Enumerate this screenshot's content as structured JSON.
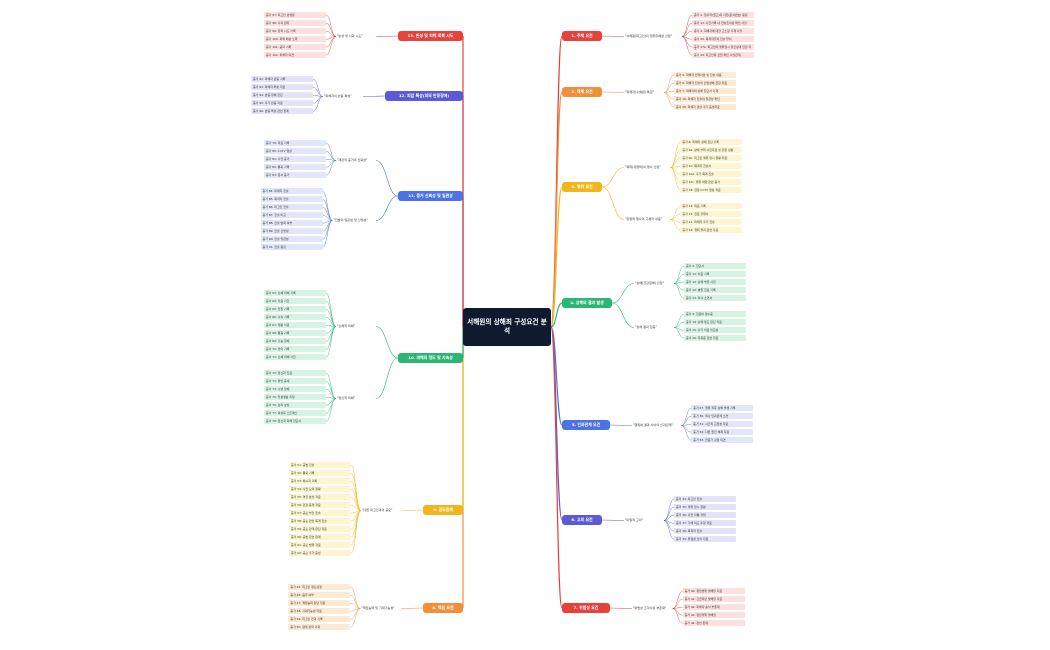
{
  "root": "서해원의 상해죄 구성요건 분석",
  "branches": [
    {
      "id": "b1",
      "side": "right",
      "label": "1. 주체 요건",
      "color": "#e5423c",
      "bg": "#fde1de",
      "subs": [
        {
          "label": "\"서해원(피고인)의 행위주체성 인정\"",
          "leaves": [
            "증거 1: 당사자(원고)의 사진(문서번호) 등장",
            "증거 13: 사건기록 내 진술조서상 확인 사실",
            "증거 4: 피해자에 대한 고소장 기재 사실",
            "증거 20: 목격자들의 진술 일치",
            "증거 17a: 피고인의 행위당시 정신상태 인정 자료",
            "증거 29: 피고인의 신원 확인 사실관계"
          ]
        }
      ]
    },
    {
      "id": "b2",
      "side": "right",
      "label": "2. 객체 요건",
      "color": "#f18f3b",
      "bg": "#fde9d4",
      "subs": [
        {
          "label": "\"피해자(수술원) 특정\"",
          "leaves": [
            "증거 5: 피해자 인적사항 및 진술 내용",
            "증거 6: 피해자 진술의 신빙성에 관한 자료",
            "증거 7: 피해자의 상해 진단서 기재",
            "증거 16: 피해자 진술의 일관성 확인",
            "증거 28: 피해자 관련 추가 증빙자료"
          ]
        }
      ]
    },
    {
      "id": "b3",
      "side": "right",
      "label": "3. 행위 요건",
      "color": "#efb71b",
      "bg": "#fdf5d0",
      "subs": [
        {
          "label": "\"폭력(유형력)의 행사 인정\"",
          "leaves": [
            "증거 8: 피해자 상해 진단 기록",
            "증거 9a: 상해 부위 사진자료 및 현장 상황",
            "증거 9b: 피고인 행위 당시 정황 자료",
            "증거 10: 목격자 진술서",
            "증거 10a: 추가 목격 진술",
            "증거 10c: 행위 태양 관련 증거",
            "증거 18: 현장 CCTV 영상 자료"
          ]
        },
        {
          "label": "\"유형력 행사의 구체적 내용\"",
          "leaves": [
            "증거 14: 의료 기록",
            "증거 15: 진료 경위서",
            "증거 21: 피해자 추가 진술",
            "증거 24: 행위 결과 관련 자료"
          ]
        }
      ]
    },
    {
      "id": "b4",
      "side": "right",
      "label": "4. 상해의 결과 발생",
      "color": "#2bb673",
      "bg": "#d6f3e4",
      "subs": [
        {
          "label": "\"상해(건강침해) 인정\"",
          "leaves": [
            "증거 2: 진단서",
            "증거 11: 치료 기록",
            "증거 12: 상해 부위 사진",
            "증거 22: 병원 진료 기록",
            "증거 23: 의사 소견서"
          ]
        },
        {
          "label": "\"상해 결과 입증\"",
          "leaves": [
            "증거 3: 진료비 영수증",
            "증거 19: 상해 정도 판단 자료",
            "증거 25: 추가 치료 필요성",
            "증거 26: 후유증 관련 자료"
          ]
        }
      ]
    },
    {
      "id": "b5",
      "side": "right",
      "label": "5. 인과관계 요건",
      "color": "#4b73e6",
      "bg": "#e0e7fb",
      "subs": [
        {
          "label": "\"행위와 결과 사이의 인과관계\"",
          "leaves": [
            "증거 27: 행위 직후 상해 발생 기록",
            "증거 30: 의사 인과관계 소견",
            "증거 31: 시간적 근접성 자료",
            "증거 32: 다른 원인 배제 자료",
            "증거 33: 전문가 감정 의견"
          ]
        }
      ]
    },
    {
      "id": "b6",
      "side": "right",
      "label": "6. 고의 요건",
      "color": "#5b5bd6",
      "bg": "#e4e3fa",
      "subs": [
        {
          "label": "\"미필적 고의\"",
          "leaves": [
            "증거 34: 피고인 진술",
            "증거 35: 행위 당시 정황",
            "증거 36: 사전 다툼 경위",
            "증거 37: 가해 의도 추정 자료",
            "증거 38: 목격자 진술",
            "증거 39: 위험성 인식 자료"
          ]
        }
      ]
    },
    {
      "id": "b7",
      "side": "right",
      "label": "7. 위법성 요건",
      "color": "#e5423c",
      "bg": "#fde1de",
      "subs": [
        {
          "label": "\"위법성 조각사유 부존재\"",
          "leaves": [
            "증거 40: 정당방위 불해당 자료",
            "증거 41: 긴급피난 불해당 자료",
            "증거 42: 피해자 승낙 부존재",
            "증거 43: 정당행위 불해당",
            "증거 44: 관련 판례"
          ]
        }
      ]
    },
    {
      "id": "b8",
      "side": "left",
      "label": "8. 책임 요건",
      "color": "#f18f3b",
      "bg": "#fde9d4",
      "subs": [
        {
          "label": "\"책임능력 및 기대가능성\"",
          "leaves": [
            "증거 45: 피고인 정신감정",
            "증거 46: 음주 여부",
            "증거 47: 책임능력 판단 자료",
            "증거 48: 기대가능성 자료",
            "증거 49: 피고인 전과 기록",
            "증거 50: 양형 참작 사유"
          ]
        }
      ]
    },
    {
      "id": "b9",
      "side": "left",
      "label": "9. 공모관계",
      "color": "#efb71b",
      "bg": "#fdf5d0",
      "subs": [
        {
          "label": "\"다른 피고인과의 공모\"",
          "leaves": [
            "증거 51: 공범 진술",
            "증거 52: 통화 기록",
            "증거 53: 메시지 기록",
            "증거 54: 사전 모의 정황",
            "증거 55: 역할 분담 자료",
            "증거 56: 현장 동행 자료",
            "증거 57: 공모 부인 진술",
            "증거 58: 공모 관련 목격 진술",
            "증거 59: 공모 관계 판단 자료",
            "증거 60: 공범 관련 판례",
            "증거 61: 공모 범위 자료",
            "증거 62: 공모 추가 증빙"
          ]
        }
      ]
    },
    {
      "id": "b10",
      "side": "left",
      "label": "10. 피해의 정도 및 지속성",
      "color": "#2bb673",
      "bg": "#d6f3e4",
      "subs": [
        {
          "label": "\"신체적 피해\"",
          "leaves": [
            "증거 63: 신체 피해 기록",
            "증거 64: 치료 기간",
            "증거 65: 입원 기록",
            "증거 66: 수술 기록",
            "증거 67: 재활 치료",
            "증거 68: 통증 기록",
            "증거 69: 기능 장애",
            "증거 70: 흉터 기록",
            "증거 71: 신체 피해 사진"
          ]
        },
        {
          "label": "\"정신적 피해\"",
          "leaves": [
            "증거 72: 정신과 진료",
            "증거 73: 불안 증세",
            "증거 74: 수면 장애",
            "증거 75: 일상생활 지장",
            "증거 76: 심리 상담",
            "증거 77: 외상후 스트레스",
            "증거 78: 정신적 피해 진단서"
          ]
        }
      ]
    },
    {
      "id": "b11",
      "side": "left",
      "label": "11. 증거 신뢰성 및 일관성",
      "color": "#4b73e6",
      "bg": "#e0e7fb",
      "subs": [
        {
          "label": "\"객관적 증거의 신뢰성\"",
          "leaves": [
            "증거 79: 의료 기록",
            "증거 80: CCTV 영상",
            "증거 81: 사진 증거",
            "증거 82: 통화 기록",
            "증거 83: 문서 증거"
          ]
        },
        {
          "label": "\"진술의 일관성 및 신빙성\"",
          "leaves": [
            "증거 84: 피해자 진술",
            "증거 85: 목격자 진술",
            "증거 86: 피고인 진술",
            "증거 87: 진술 비교",
            "증거 88: 진술 변화 여부",
            "증거 89: 진술 신빙성",
            "증거 90: 진술 일관성",
            "증거 91: 진술 종합"
          ]
        }
      ]
    },
    {
      "id": "b12",
      "side": "left",
      "label": "12. 피압 특성(피의 반응장애)",
      "color": "#5b5bd6",
      "bg": "#e4e3fa",
      "subs": [
        {
          "label": "\"피해자의 반응 특성\"",
          "leaves": [
            "증거 92: 피해자 반응 기록",
            "증거 93: 피해자 특성 자료",
            "증거 94: 반응 장애 진단",
            "증거 95: 추가 반응 자료",
            "증거 96: 반응 특성 관련 판례"
          ]
        }
      ]
    },
    {
      "id": "b13",
      "side": "left",
      "label": "13. 반성 및 피해 회복 시도",
      "color": "#e5423c",
      "bg": "#fde1de",
      "subs": [
        {
          "label": "\"반성 및 사과 시도\"",
          "leaves": [
            "증거 97: 피고인 반성문",
            "증거 98: 사과 편지",
            "증거 99: 합의 시도 기록",
            "증거 100: 피해 배상 노력",
            "증거 101: 공탁 기록",
            "증거 102: 피해자 의견"
          ]
        }
      ]
    }
  ]
}
